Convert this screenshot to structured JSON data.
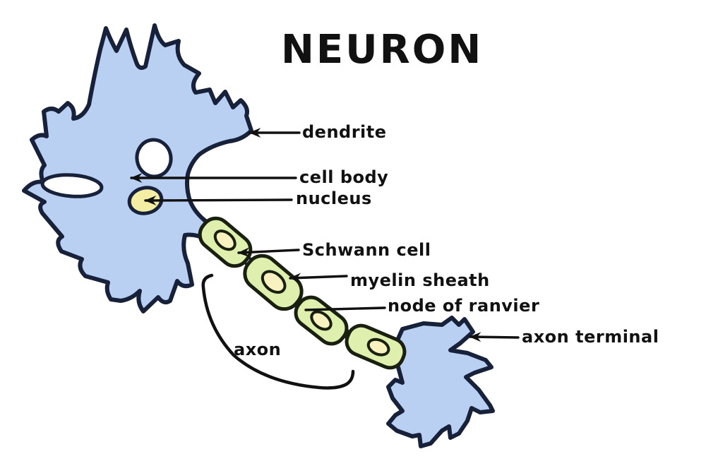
{
  "title": "NEURON",
  "diagram": {
    "type": "labeled-anatomy-diagram",
    "subject": "neuron",
    "labels": {
      "dendrite": "dendrite",
      "cell_body": "cell body",
      "nucleus": "nucleus",
      "schwann_cell": "Schwann cell",
      "myelin_sheath": "myelin sheath",
      "node_of_ranvier": "node of ranvier",
      "axon": "axon",
      "axon_terminal": "axon terminal"
    },
    "myelin_segment_count": 4,
    "node_link_count": 3
  },
  "colors": {
    "background": "#ffffff",
    "cell_fill": "#b9d0f2",
    "outline": "#18213a",
    "myelin_fill": "#dff0ae",
    "myelin_outline": "#1a2010",
    "myelin_core_fill": "#f7f2c0",
    "nucleus_fill": "#f3eea4",
    "label_text": "#111111",
    "arrow": "#111111"
  }
}
